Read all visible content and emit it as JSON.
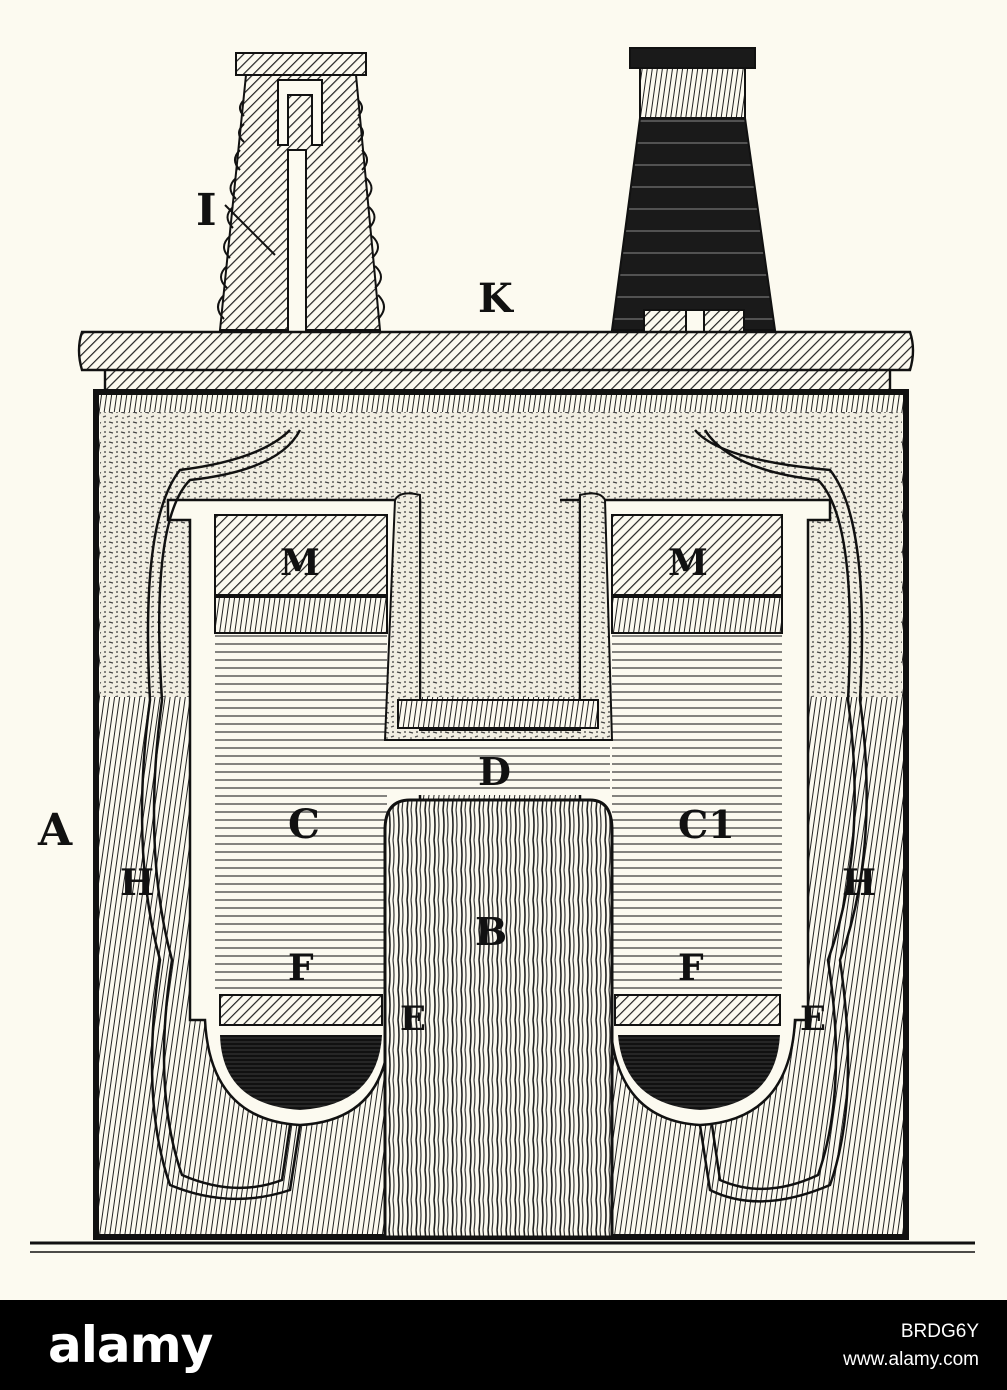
{
  "diagram": {
    "labels": {
      "A": "A",
      "B": "B",
      "C": "C",
      "C1": "C1",
      "D": "D",
      "E_left": "E",
      "E_right": "E",
      "F_left": "F",
      "F_right": "F",
      "H_left": "H",
      "H_right": "H",
      "I": "I",
      "K": "K",
      "M_left": "M",
      "M_right": "M"
    },
    "colors": {
      "ink": "#111111",
      "paper": "#fcfaf0"
    }
  },
  "stock": {
    "logo": "alamy",
    "image_id": "BRDG6Y",
    "url": "www.alamy.com"
  }
}
